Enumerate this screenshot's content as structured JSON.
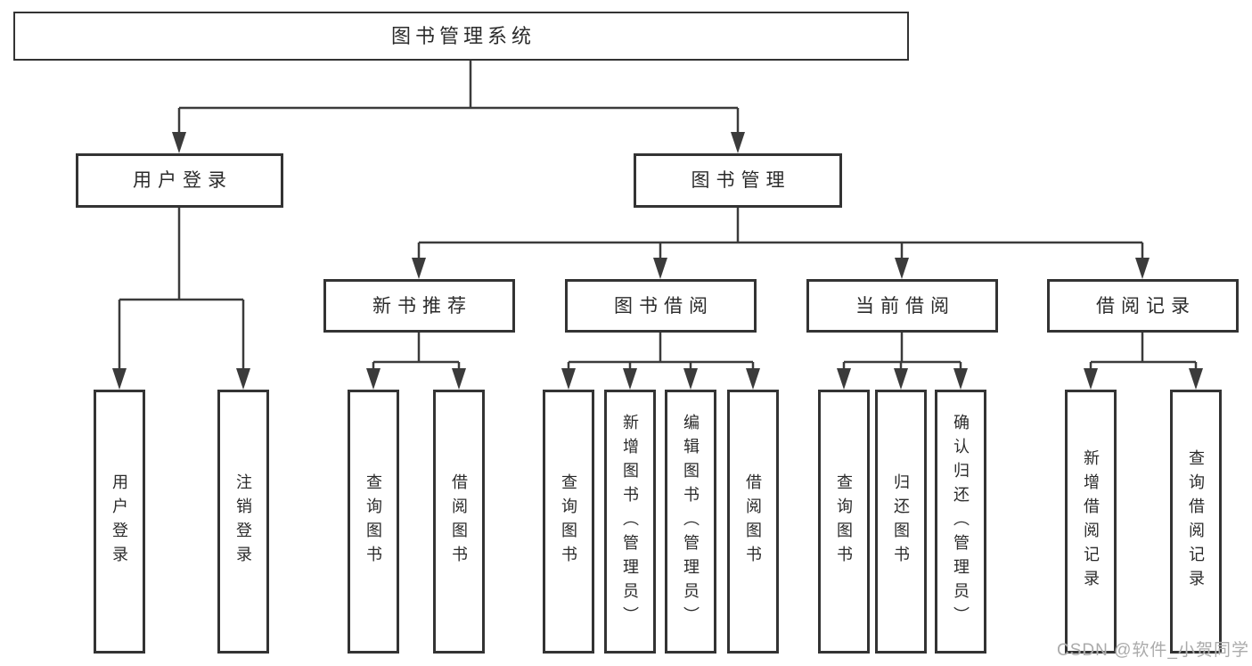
{
  "diagram": {
    "title": "图书管理系统",
    "level2": [
      {
        "label": "用户登录"
      },
      {
        "label": "图书管理"
      }
    ],
    "level3": [
      {
        "label": "新书推荐"
      },
      {
        "label": "图书借阅"
      },
      {
        "label": "当前借阅"
      },
      {
        "label": "借阅记录"
      }
    ],
    "leaves": {
      "user_login": [
        {
          "label": "用户登录"
        },
        {
          "label": "注销登录"
        }
      ],
      "new_book": [
        {
          "label": "查询图书"
        },
        {
          "label": "借阅图书"
        }
      ],
      "borrow": [
        {
          "label": "查询图书"
        },
        {
          "label": "新增图书（管理员）"
        },
        {
          "label": "编辑图书（管理员）"
        },
        {
          "label": "借阅图书"
        }
      ],
      "current": [
        {
          "label": "查询图书"
        },
        {
          "label": "归还图书"
        },
        {
          "label": "确认归还（管理员）"
        }
      ],
      "records": [
        {
          "label": "新增借阅记录"
        },
        {
          "label": "查询借阅记录"
        }
      ]
    }
  },
  "watermark": {
    "text": "CSDN @软件_小贺同学"
  },
  "colors": {
    "background": "#ffffff",
    "box_border": "#333333",
    "line": "#3b3b3b",
    "text": "#2b2b2b",
    "watermark": "#ababab"
  }
}
